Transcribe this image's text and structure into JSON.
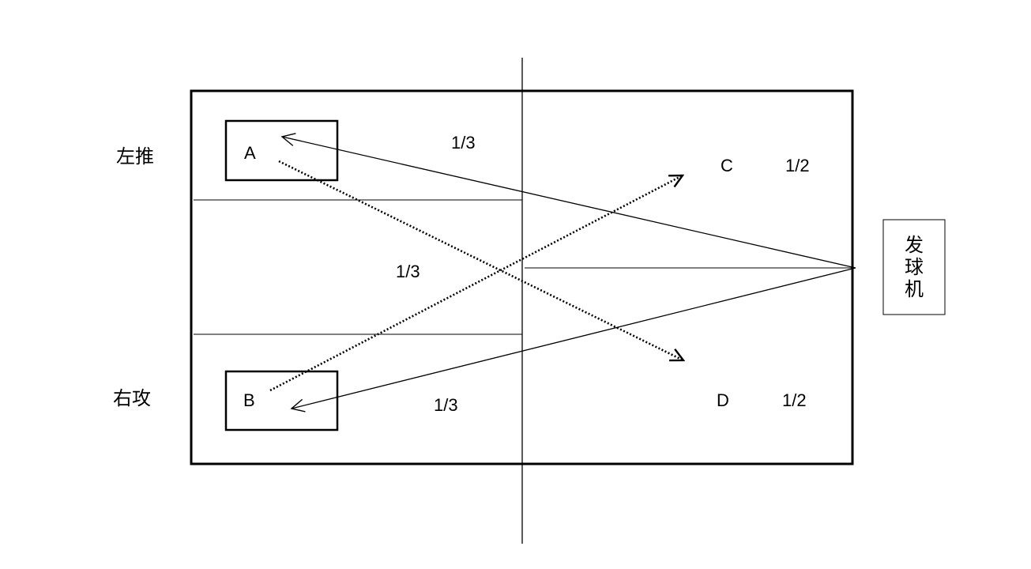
{
  "labels": {
    "left_push": "左推",
    "right_attack": "右攻",
    "zone_a": "A",
    "zone_b": "B",
    "zone_c": "C",
    "zone_d": "D",
    "frac_top_left": "1/3",
    "frac_mid_left": "1/3",
    "frac_bottom_left": "1/3",
    "frac_c": "1/2",
    "frac_d": "1/2"
  },
  "machine": {
    "chars": [
      "发",
      "球",
      "机"
    ]
  },
  "colors": {
    "ink": "#000000",
    "background": "#ffffff"
  }
}
